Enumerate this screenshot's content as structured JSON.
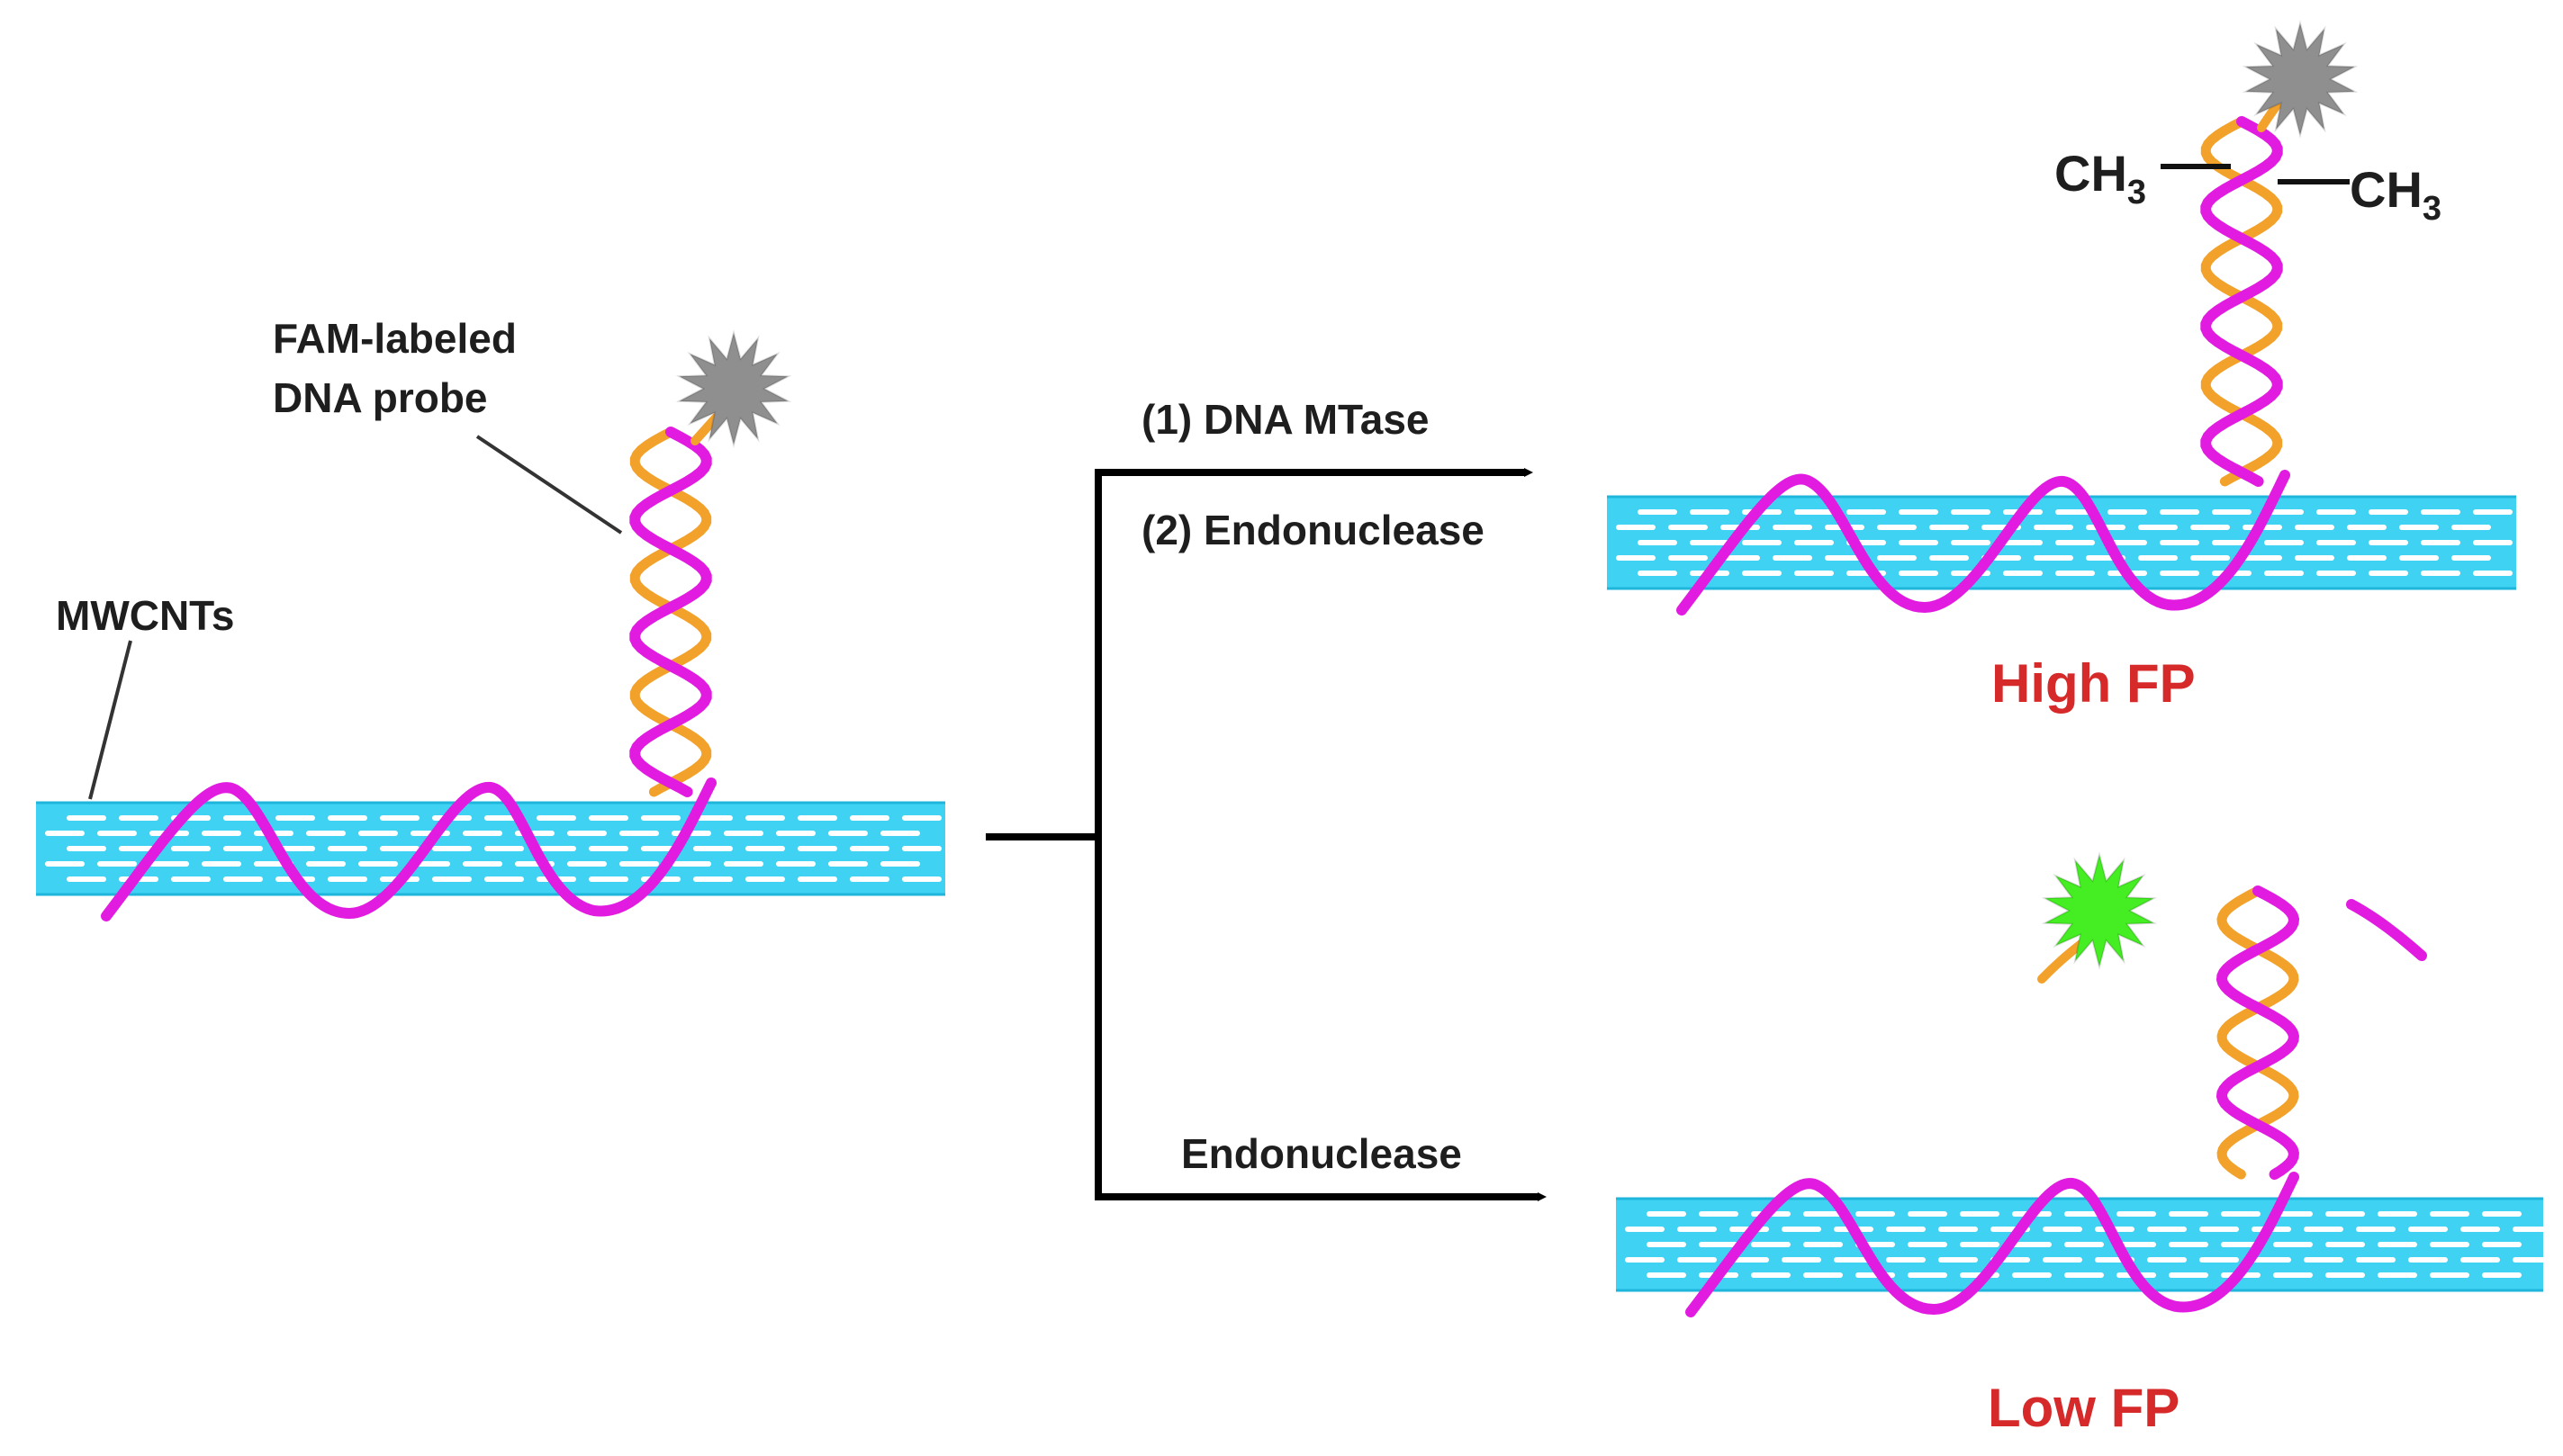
{
  "labels": {
    "probe_line1": "FAM-labeled",
    "probe_line2": "DNA probe",
    "nanotube": "MWCNTs",
    "step1": "(1) DNA MTase",
    "step2": "(2) Endonuclease",
    "branch_lower": "Endonuclease",
    "methyl": "CH",
    "methyl_sub": "3",
    "result_high": "High FP",
    "result_low": "Low FP"
  },
  "colors": {
    "nanotube": "#3fd2f2",
    "nanotube_stripe": "#ffffff",
    "strand_magenta": "#e21be0",
    "strand_orange": "#f2a12a",
    "fam_quenched": "#8f8f8f",
    "fam_released": "#44ee22",
    "arrow": "#000000",
    "text": "#1e1e1e",
    "result_text": "#d62a2a"
  },
  "icons": [
    "fluorophore-star-icon",
    "arrow-icon"
  ]
}
